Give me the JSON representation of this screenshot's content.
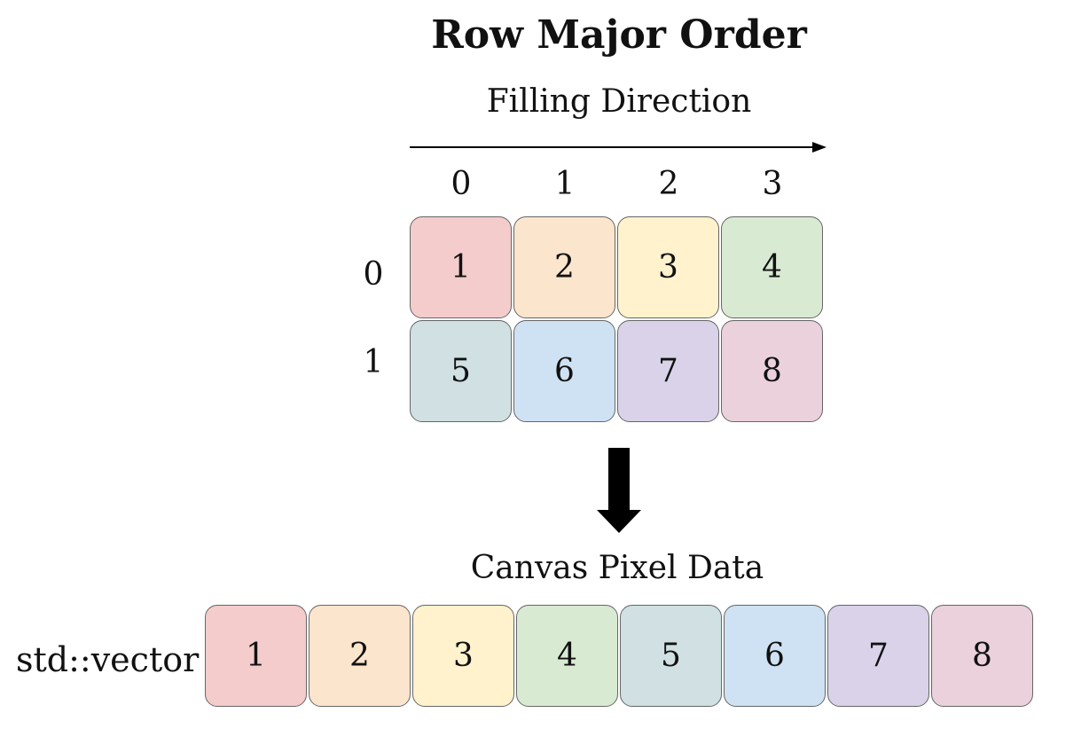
{
  "title": "Row Major Order",
  "direction_label": "Filling Direction",
  "column_indices": [
    "0",
    "1",
    "2",
    "3"
  ],
  "row_indices": [
    "0",
    "1"
  ],
  "grid": [
    [
      {
        "value": "1",
        "color": "#f4cccc"
      },
      {
        "value": "2",
        "color": "#fce5cd"
      },
      {
        "value": "3",
        "color": "#fff2cc"
      },
      {
        "value": "4",
        "color": "#d9ead3"
      }
    ],
    [
      {
        "value": "5",
        "color": "#d0e0e3"
      },
      {
        "value": "6",
        "color": "#cfe2f3"
      },
      {
        "value": "7",
        "color": "#d9d2e9"
      },
      {
        "value": "8",
        "color": "#ead1dc"
      }
    ]
  ],
  "output_label": "Canvas Pixel Data",
  "vector_label": "std::vector",
  "vector": [
    {
      "value": "1",
      "color": "#f4cccc"
    },
    {
      "value": "2",
      "color": "#fce5cd"
    },
    {
      "value": "3",
      "color": "#fff2cc"
    },
    {
      "value": "4",
      "color": "#d9ead3"
    },
    {
      "value": "5",
      "color": "#d0e0e3"
    },
    {
      "value": "6",
      "color": "#cfe2f3"
    },
    {
      "value": "7",
      "color": "#d9d2e9"
    },
    {
      "value": "8",
      "color": "#ead1dc"
    }
  ]
}
